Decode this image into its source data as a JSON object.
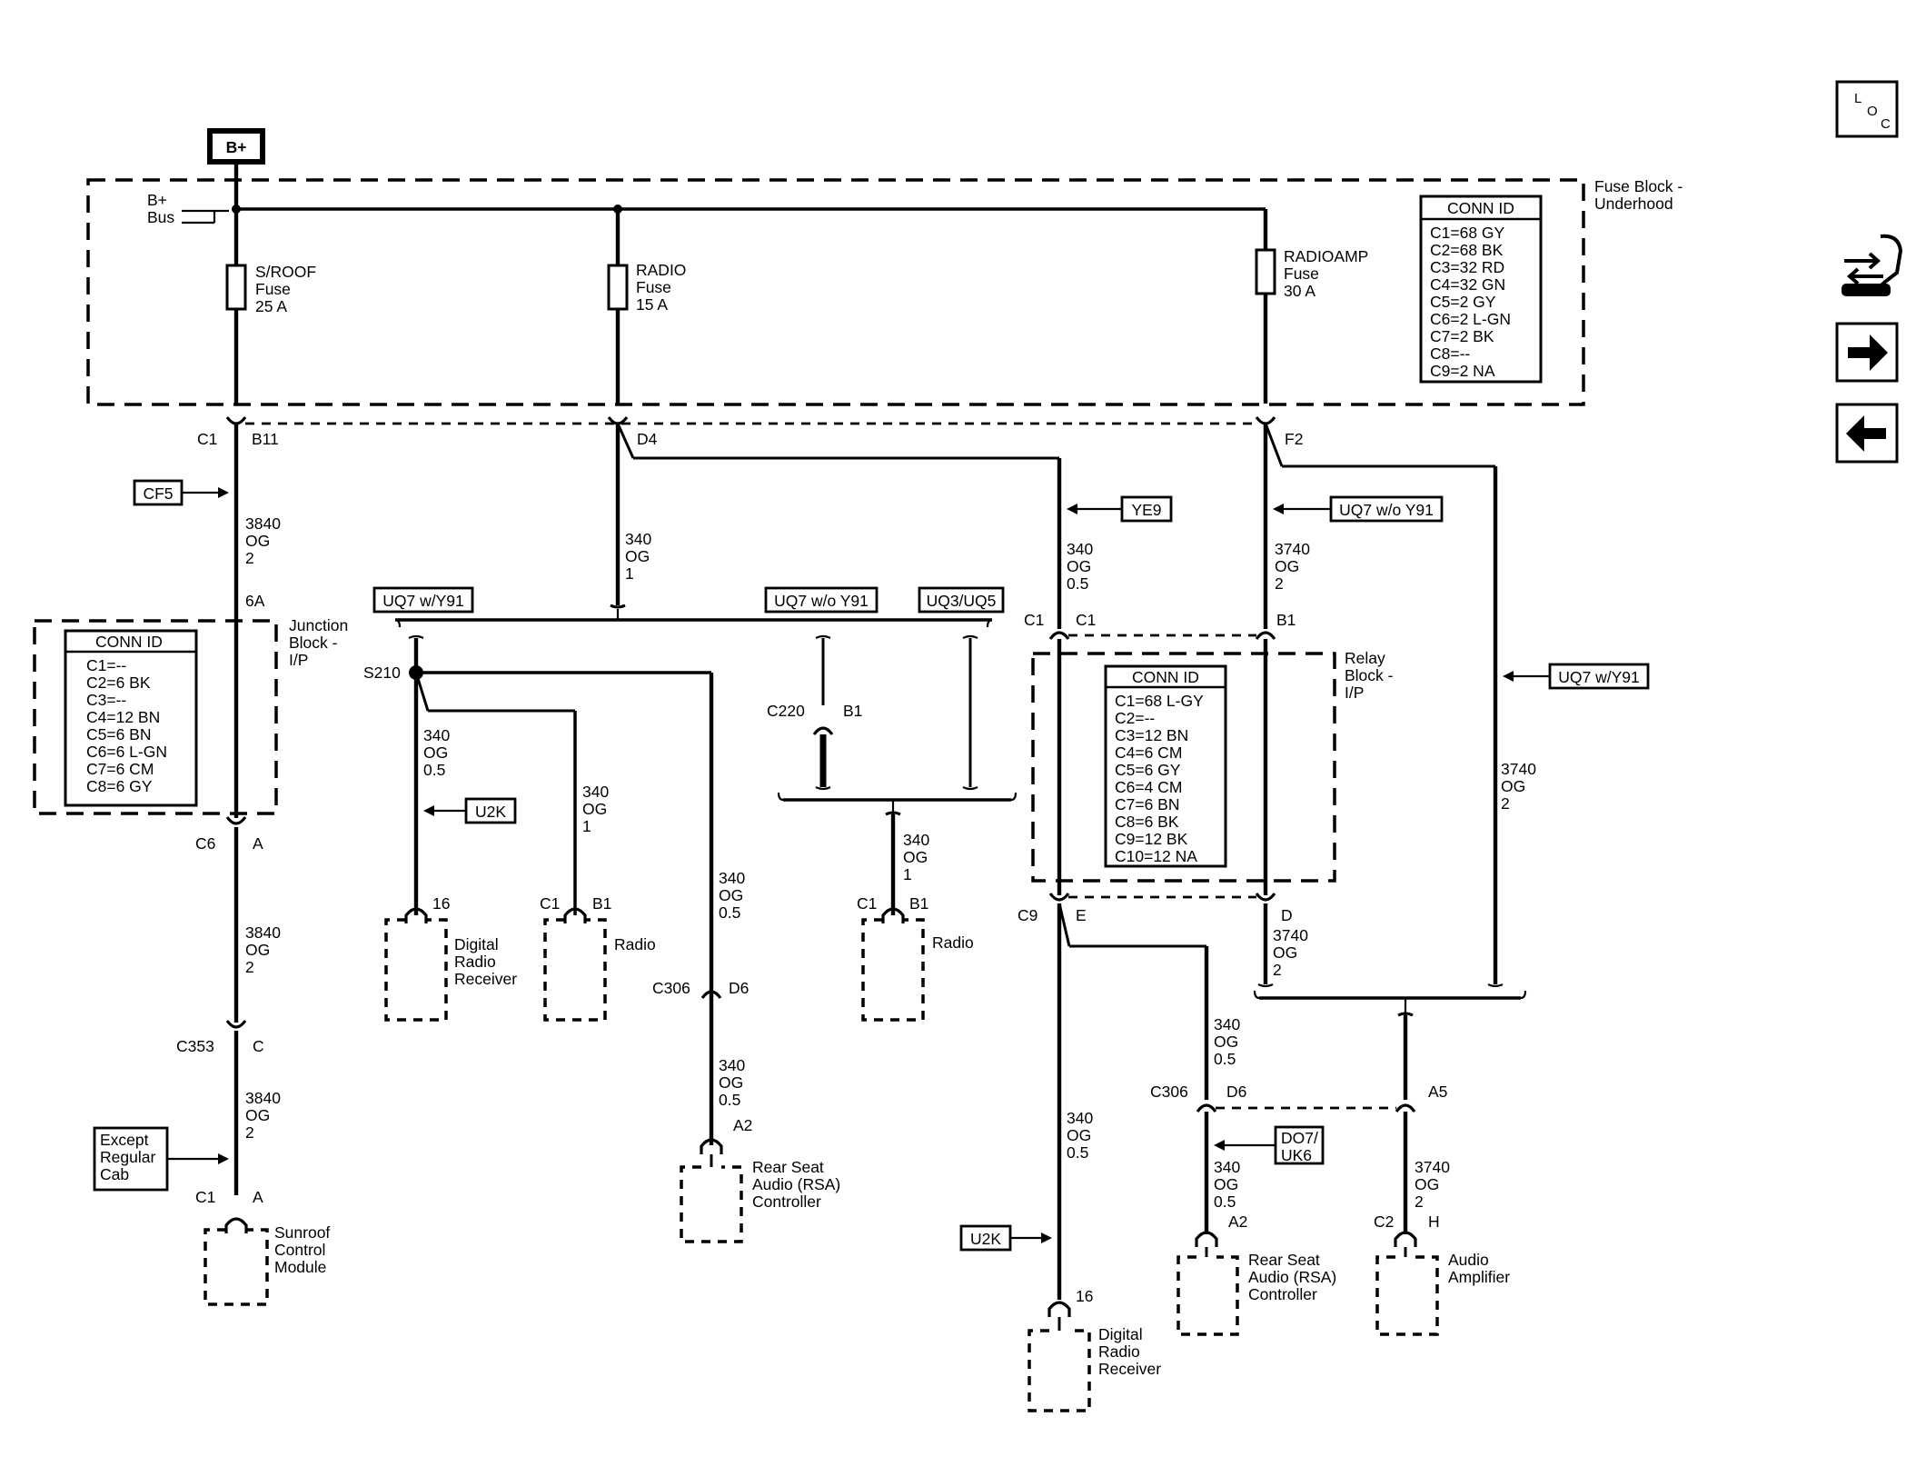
{
  "source_tag": "B+",
  "bus_label": [
    "B+",
    "Bus"
  ],
  "fuse_block_label": [
    "Fuse Block -",
    "Underhood"
  ],
  "fuses": [
    {
      "lines": [
        "S/ROOF",
        "Fuse",
        "25 A"
      ]
    },
    {
      "lines": [
        "RADIO",
        "Fuse",
        "15 A"
      ]
    },
    {
      "lines": [
        "RADIOAMP",
        "Fuse",
        "30 A"
      ]
    }
  ],
  "fuse_block_conn_id": {
    "title": "CONN ID",
    "rows": [
      "C1=68 GY",
      "C2=68 BK",
      "C3=32 RD",
      "C4=32 GN",
      "C5=2 GY",
      "C6=2 L-GN",
      "C7=2 BK",
      "C8=--",
      "C9=2 NA"
    ]
  },
  "junction_block": {
    "label": [
      "Junction",
      "Block -",
      "I/P"
    ],
    "conn_id": {
      "title": "CONN ID",
      "rows": [
        "C1=--",
        "C2=6 BK",
        "C3=--",
        "C4=12 BN",
        "C5=6 BN",
        "C6=6 L-GN",
        "C7=6 CM",
        "C8=6 GY"
      ]
    }
  },
  "relay_block": {
    "label": [
      "Relay",
      "Block -",
      "I/P"
    ],
    "conn_id": {
      "title": "CONN ID",
      "rows": [
        "C1=68 L-GY",
        "C2=--",
        "C3=12 BN",
        "C4=6 CM",
        "C5=6 GY",
        "C6=4 CM",
        "C7=6 BN",
        "C8=6 BK",
        "C9=12 BK",
        "C10=12 NA"
      ]
    }
  },
  "option_tags": {
    "cf5": "CF5",
    "ye9": "YE9",
    "uq7_wo_y91_top": "UQ7 w/o Y91",
    "uq7_w_y91_left": "UQ7 w/Y91",
    "uq7_wo_y91_mid": "UQ7 w/o Y91",
    "uq3_uq5": "UQ3/UQ5",
    "u2k_left": "U2K",
    "uq7_w_y91_right": "UQ7 w/Y91",
    "except_regular_cab": [
      "Except",
      "Regular",
      "Cab"
    ],
    "do7_uk6": [
      "DO7/",
      "UK6"
    ],
    "u2k_bottom": "U2K"
  },
  "wires": {
    "w3840_a": [
      "3840",
      "OG",
      "2"
    ],
    "w3840_b": [
      "3840",
      "OG",
      "2"
    ],
    "w3840_c": [
      "3840",
      "OG",
      "2"
    ],
    "w340_radio_fuse": [
      "340",
      "OG",
      "1"
    ],
    "w340_ye9": [
      "340",
      "OG",
      "0.5"
    ],
    "w3740_top": [
      "3740",
      "OG",
      "2"
    ],
    "w340_s210": [
      "340",
      "OG",
      "0.5"
    ],
    "w340_radio_left": [
      "340",
      "OG",
      "1"
    ],
    "w340_rsa_left_top": [
      "340",
      "OG",
      "0.5"
    ],
    "w340_rsa_left_bottom": [
      "340",
      "OG",
      "0.5"
    ],
    "w340_radio_mid": [
      "340",
      "OG",
      "1"
    ],
    "w3740_right_long": [
      "3740",
      "OG",
      "2"
    ],
    "w3740_relay_d": [
      "3740",
      "OG",
      "2"
    ],
    "w340_c9e": [
      "340",
      "OG",
      "0.5"
    ],
    "w340_rsa_right_top": [
      "340",
      "OG",
      "0.5"
    ],
    "w340_rsa_right_bottom": [
      "340",
      "OG",
      "0.5"
    ],
    "w340_drr_bottom": [
      "340",
      "OG",
      "0.5"
    ],
    "w3740_amp": [
      "3740",
      "OG",
      "2"
    ]
  },
  "connectors": {
    "c1_b11": [
      "C1",
      "B11"
    ],
    "d4": "D4",
    "f2": "F2",
    "pin_6a": "6A",
    "c6_a": [
      "C6",
      "A"
    ],
    "c353_c": [
      "C353",
      "C"
    ],
    "sunroof_c1_a": [
      "C1",
      "A"
    ],
    "s210": "S210",
    "drr_16_left": "16",
    "radio_left_c1_b1": [
      "C1",
      "B1"
    ],
    "c306_d6_left": [
      "C306",
      "D6"
    ],
    "rsa_left_a2": "A2",
    "c220_b1": [
      "C220",
      "B1"
    ],
    "radio_mid_c1_b1": [
      "C1",
      "B1"
    ],
    "relay_c1_c1": [
      "C1",
      "C1"
    ],
    "relay_b1": "B1",
    "c9_e": [
      "C9",
      "E"
    ],
    "relay_d": "D",
    "c306_d6_right": [
      "C306",
      "D6"
    ],
    "a5": "A5",
    "rsa_right_a2": "A2",
    "amp_c2_h": [
      "C2",
      "H"
    ],
    "drr_16_bottom": "16"
  },
  "components": {
    "sunroof_module": [
      "Sunroof",
      "Control",
      "Module"
    ],
    "digital_radio_receiver_left": [
      "Digital",
      "Radio",
      "Receiver"
    ],
    "radio_left": [
      "Radio"
    ],
    "rsa_controller_left": [
      "Rear Seat",
      "Audio (RSA)",
      "Controller"
    ],
    "radio_mid": [
      "Radio"
    ],
    "digital_radio_receiver_bottom": [
      "Digital",
      "Radio",
      "Receiver"
    ],
    "rsa_controller_right": [
      "Rear Seat",
      "Audio (RSA)",
      "Controller"
    ],
    "audio_amplifier": [
      "Audio",
      "Amplifier"
    ]
  },
  "side_icons": {
    "loc": [
      "L",
      "O",
      "C"
    ],
    "icons": [
      "connector-end-view-icon",
      "next-page-arrow-icon",
      "previous-page-arrow-icon"
    ]
  }
}
